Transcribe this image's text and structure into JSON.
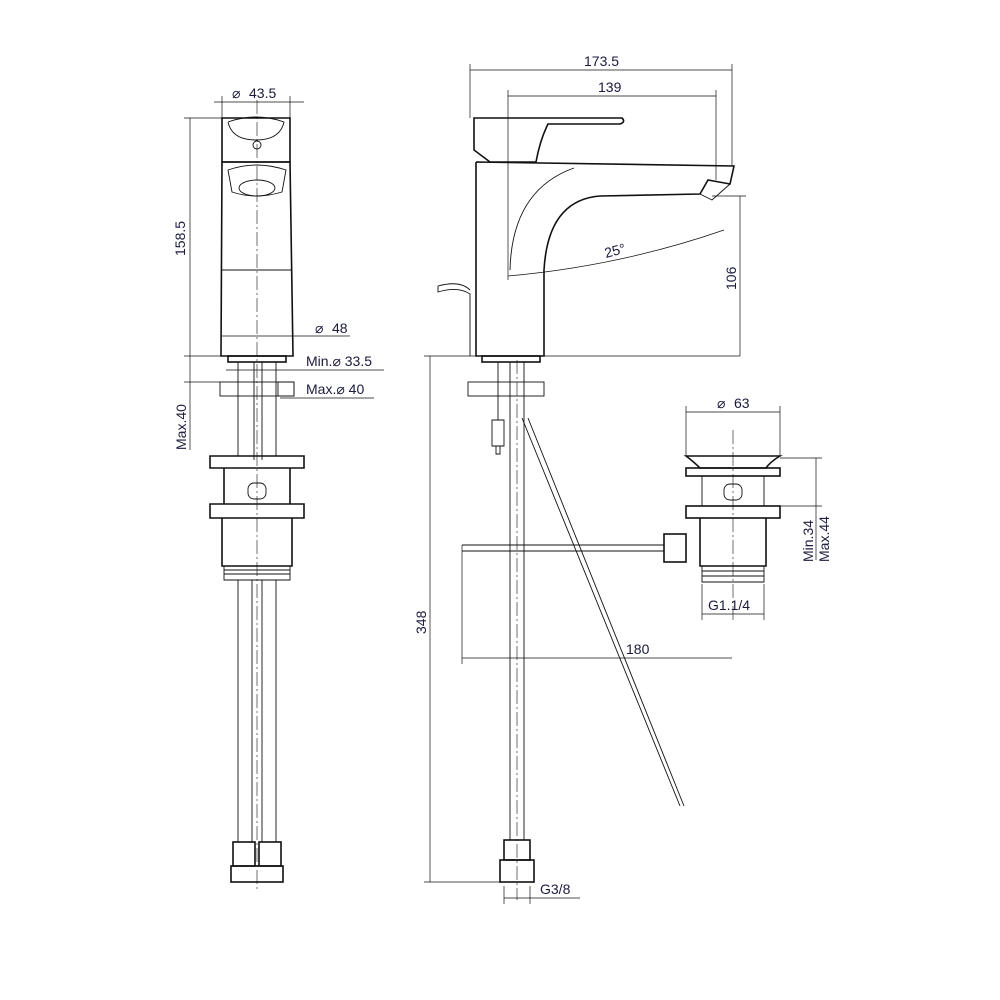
{
  "symbols": {
    "diameter": "⌀"
  },
  "dimensions": {
    "front_top_diameter": "43.5",
    "front_height": "158.5",
    "front_base_diameter": "48",
    "hole_min": "Min.⌀ 33.5",
    "hole_max": "Max.⌀ 40",
    "deck_max": "Max.40",
    "side_total_length": "173.5",
    "side_spout_length": "139",
    "spout_angle": "25°",
    "spout_height": "106",
    "total_height": "348",
    "waste_diameter": "63",
    "waste_min": "Min.34",
    "waste_max": "Max.44",
    "waste_thread": "G1.1/4",
    "rod_length": "180",
    "hose_thread": "G3/8"
  }
}
